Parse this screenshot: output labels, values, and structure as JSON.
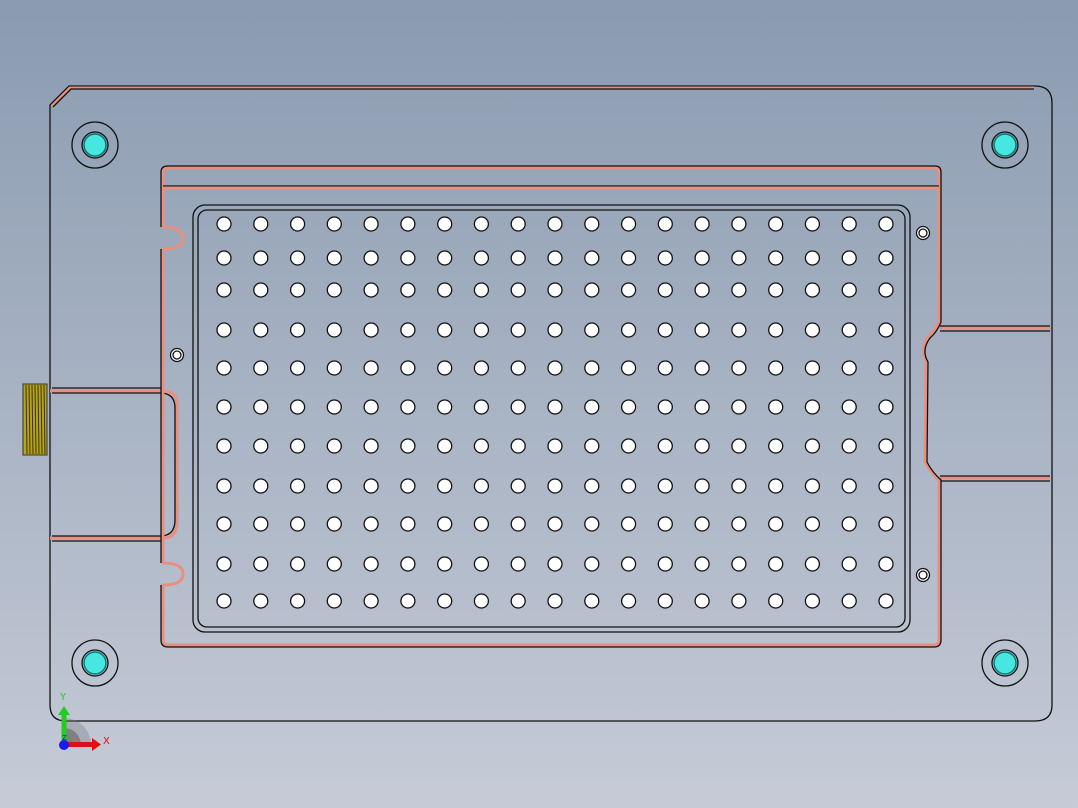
{
  "viewport": {
    "background_top": "#8a9bb0",
    "background_bottom": "#c6cbd7",
    "part_color": "#ffe1d6",
    "edge_color": "#111111",
    "fillet_color": "#e88f80",
    "bolt_color": "#48e6e0",
    "thread_color": "#b5a321"
  },
  "hole_grid": {
    "columns": 19,
    "rows": 11
  },
  "triad": {
    "x_label": "X",
    "y_label": "Y",
    "z_label": "Z",
    "x_color": "#e01010",
    "y_color": "#22cc22",
    "z_color": "#1a1aee"
  }
}
